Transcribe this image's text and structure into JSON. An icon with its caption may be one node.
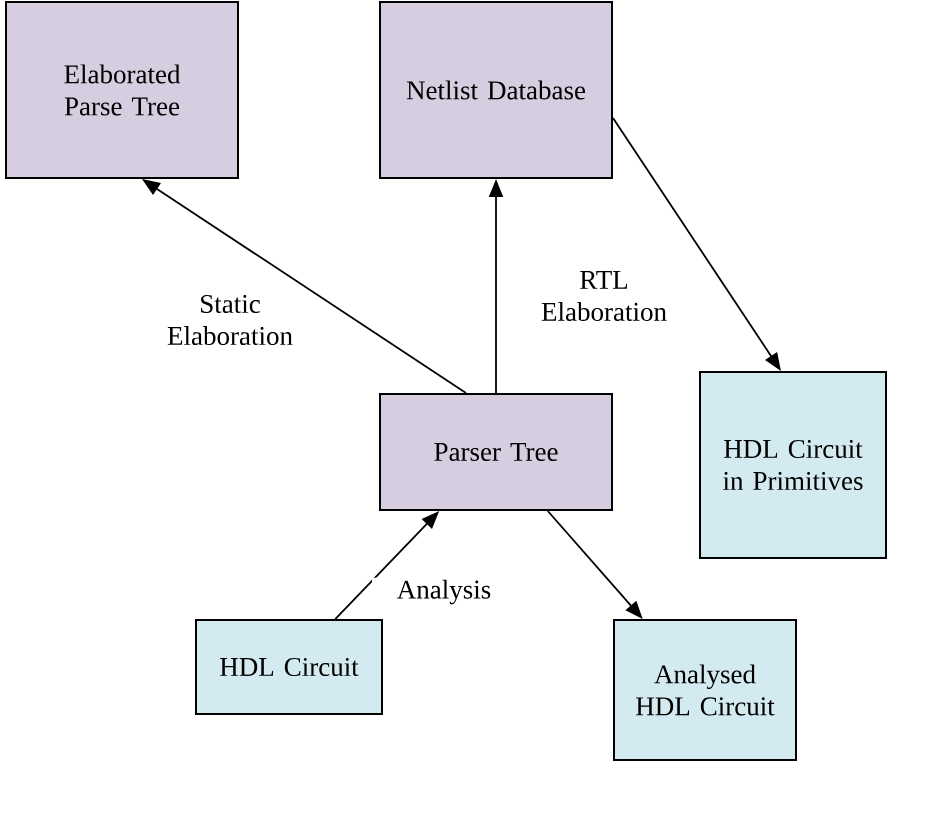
{
  "diagram": {
    "nodes": [
      {
        "text": [
          "Elaborated Parse Tree"
        ]
      },
      {
        "text": [
          "Netlist Database"
        ]
      },
      {
        "text": [
          "Parser Tree"
        ]
      },
      {
        "text": [
          "HDL Circuit in Primitives"
        ]
      },
      {
        "text": [
          "HDL Circuit"
        ]
      },
      {
        "text": [
          "Analysed HDL Circuit"
        ]
      }
    ],
    "edges": [
      {
        "from": 2,
        "to": 0,
        "arrow": "to",
        "label": "Static Elaboration"
      },
      {
        "from": 2,
        "to": 1,
        "arrow": "to",
        "label": "RTL Elaboration"
      },
      {
        "from": 1,
        "to": 3,
        "arrow": "to"
      },
      {
        "from": 4,
        "to": 2,
        "arrow": "to",
        "label": "Analysis"
      },
      {
        "from": 2,
        "to": 5,
        "arrow": "to"
      }
    ]
  }
}
